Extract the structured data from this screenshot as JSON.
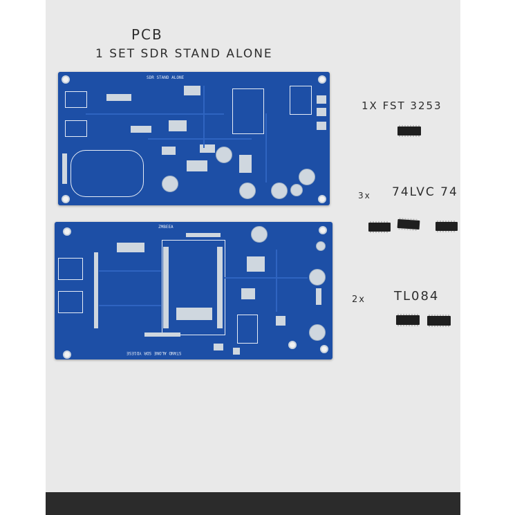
{
  "title_line1": "PCB",
  "title_line2": "1 SET  SDR STAND ALONE",
  "items": [
    {
      "label": "1X FST 3253",
      "count": 1
    },
    {
      "label_qty": "3x",
      "label_part": "74LVC 74",
      "count": 3
    },
    {
      "label_qty": "2x",
      "label_part": "TL084",
      "count": 2
    }
  ],
  "board_top_label": "SDR STAND ALONE",
  "board_bottom_label": "STAND ALONE SDR YD1ESE",
  "board_bottom_ident": "ZMBEEA",
  "colors": {
    "pcb": "#1d4fa6",
    "paper": "#e9e9e9",
    "chip": "#1f1f1f"
  }
}
